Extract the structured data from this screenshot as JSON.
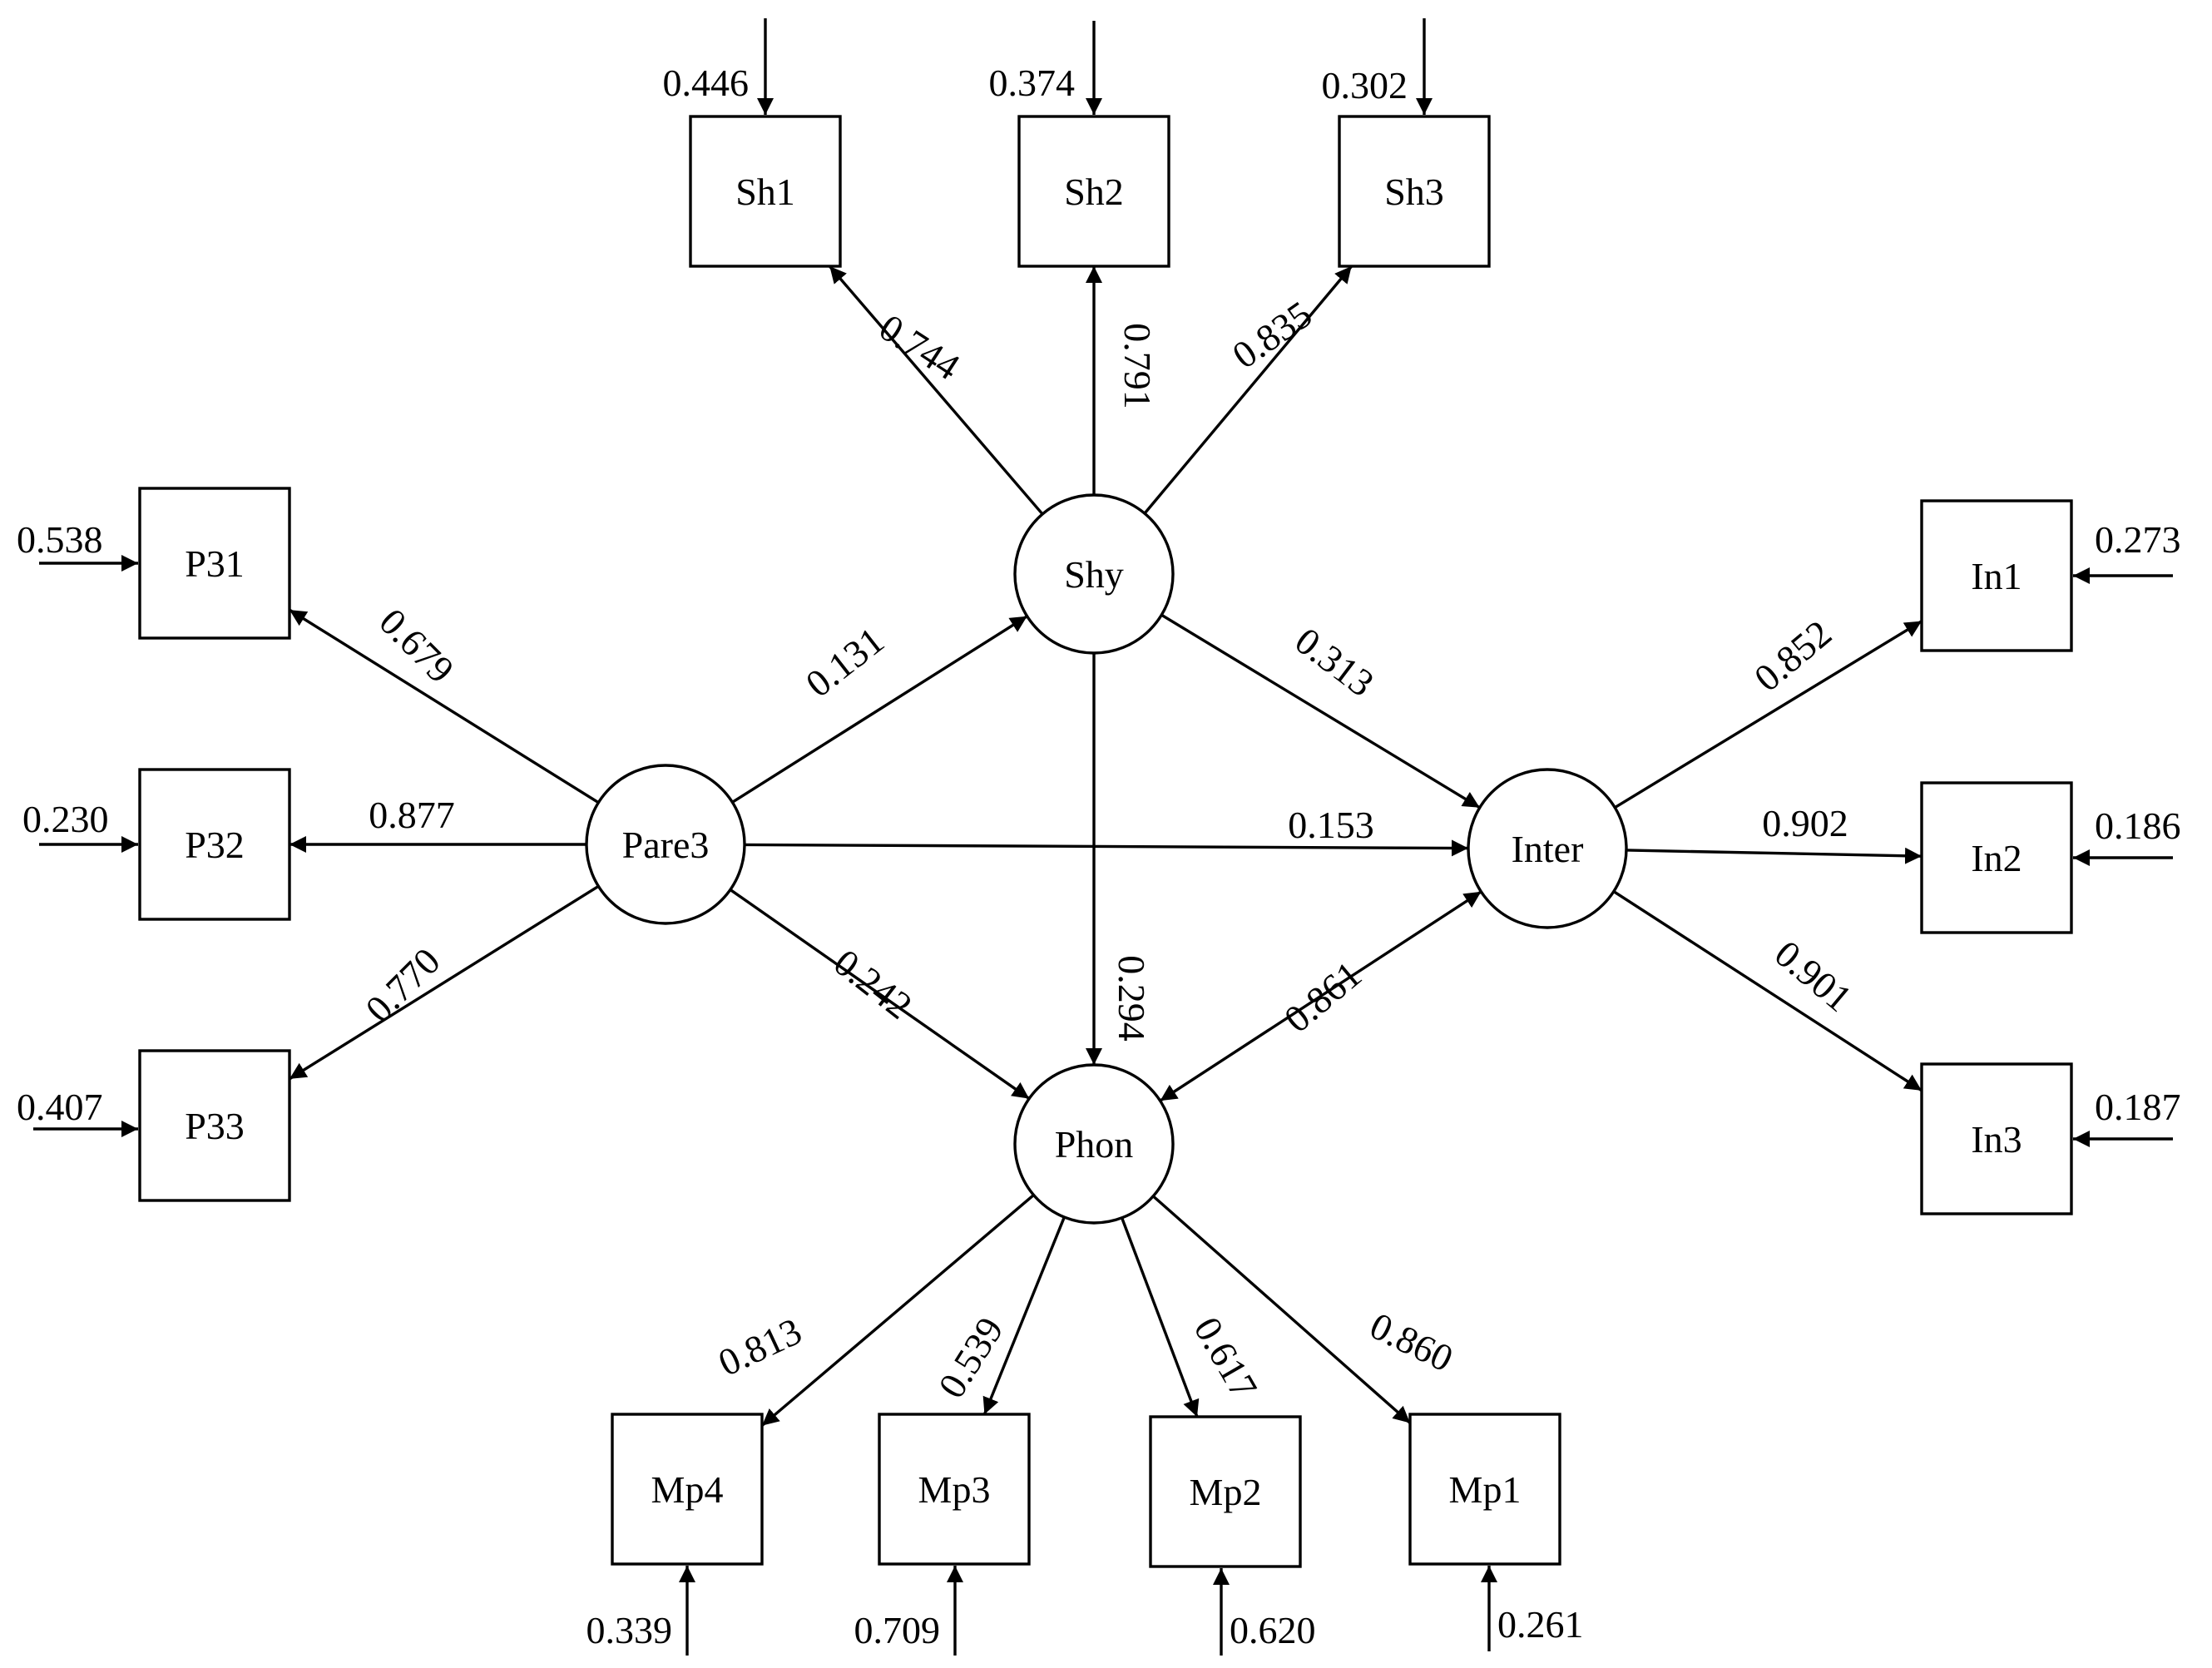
{
  "latents": [
    {
      "id": "shy",
      "label": "Shy"
    },
    {
      "id": "pare3",
      "label": "Pare3"
    },
    {
      "id": "inter",
      "label": "Inter"
    },
    {
      "id": "phon",
      "label": "Phon"
    }
  ],
  "indicators": [
    {
      "id": "sh1",
      "label": "Sh1",
      "loading": "0.744",
      "error": "0.446"
    },
    {
      "id": "sh2",
      "label": "Sh2",
      "loading": "0.791",
      "error": "0.374"
    },
    {
      "id": "sh3",
      "label": "Sh3",
      "loading": "0.835",
      "error": "0.302"
    },
    {
      "id": "p31",
      "label": "P31",
      "loading": "0.679",
      "error": "0.538"
    },
    {
      "id": "p32",
      "label": "P32",
      "loading": "0.877",
      "error": "0.230"
    },
    {
      "id": "p33",
      "label": "P33",
      "loading": "0.770",
      "error": "0.407"
    },
    {
      "id": "in1",
      "label": "In1",
      "loading": "0.852",
      "error": "0.273"
    },
    {
      "id": "in2",
      "label": "In2",
      "loading": "0.902",
      "error": "0.186"
    },
    {
      "id": "in3",
      "label": "In3",
      "loading": "0.901",
      "error": "0.187"
    },
    {
      "id": "mp4",
      "label": "Mp4",
      "loading": "0.813",
      "error": "0.339"
    },
    {
      "id": "mp3",
      "label": "Mp3",
      "loading": "0.539",
      "error": "0.709"
    },
    {
      "id": "mp2",
      "label": "Mp2",
      "loading": "0.617",
      "error": "0.620"
    },
    {
      "id": "mp1",
      "label": "Mp1",
      "loading": "0.860",
      "error": "0.261"
    }
  ],
  "paths": [
    {
      "from": "pare3",
      "to": "shy",
      "coef": "0.131"
    },
    {
      "from": "shy",
      "to": "inter",
      "coef": "0.313"
    },
    {
      "from": "pare3",
      "to": "inter",
      "coef": "0.153"
    },
    {
      "from": "shy",
      "to": "phon",
      "coef": "0.294"
    },
    {
      "from": "pare3",
      "to": "phon",
      "coef": "0.242"
    },
    {
      "from": "phon",
      "to": "inter",
      "coef": "0.861",
      "bidirectional": true
    }
  ]
}
